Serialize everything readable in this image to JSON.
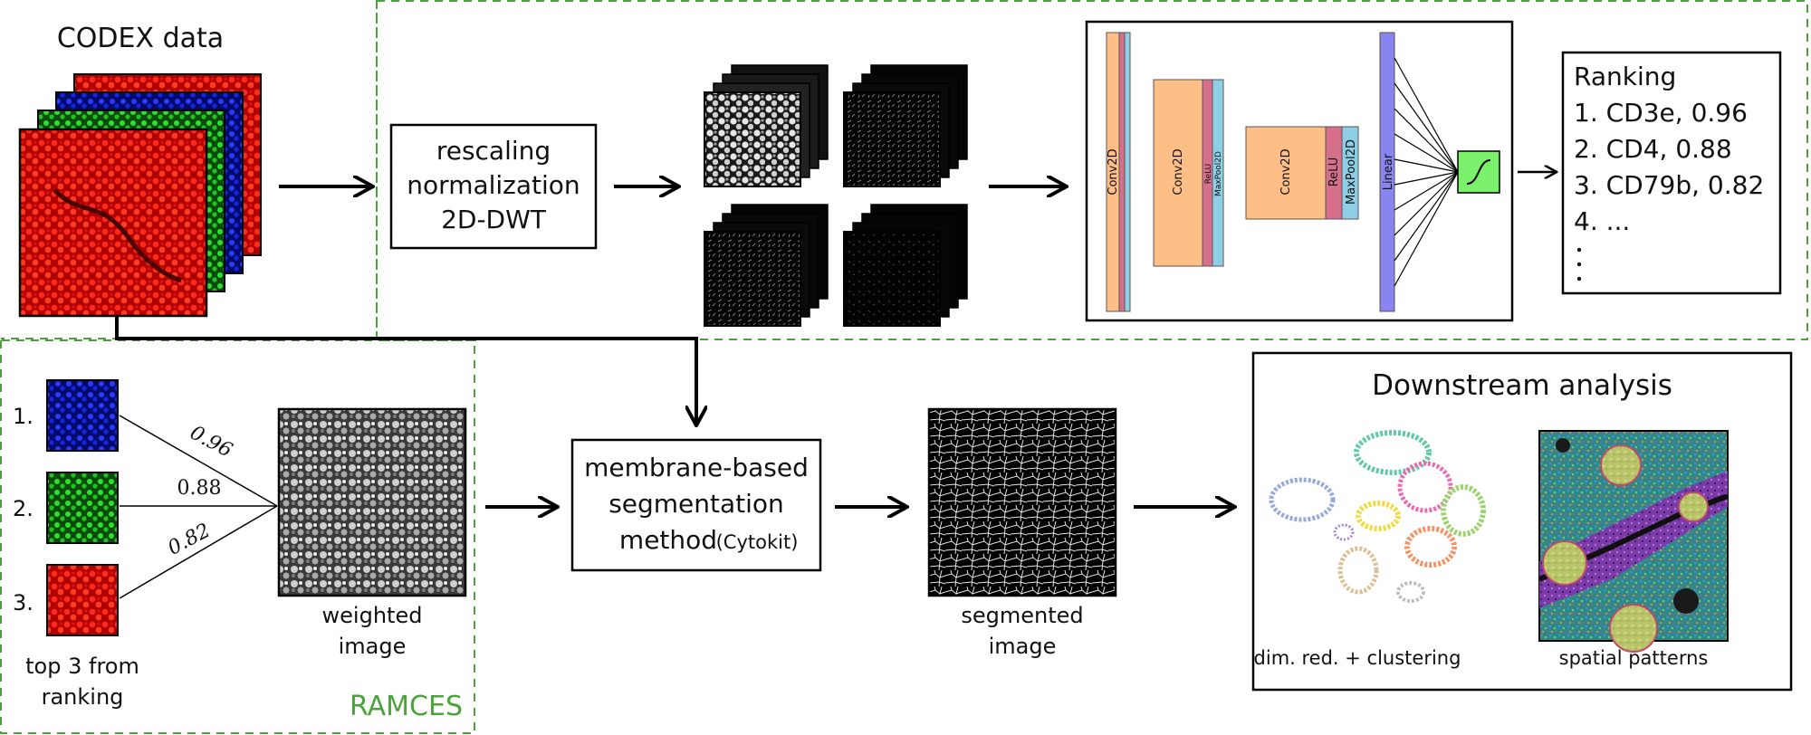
{
  "codex": {
    "title": "CODEX data"
  },
  "preprocess": {
    "line1": "rescaling",
    "line2": "normalization",
    "line3": "2D-DWT"
  },
  "network": {
    "conv1": "Conv2D",
    "conv2": "Conv2D",
    "relu2": "ReLU",
    "pool2": "MaxPool2D",
    "conv3": "Conv2D",
    "relu3": "ReLU",
    "pool3": "MaxPool2D",
    "linear": "Linear"
  },
  "ranking": {
    "title": "Ranking",
    "items": [
      "1.  CD3e, 0.96",
      "2.  CD4, 0.88",
      "3.  CD79b, 0.82",
      "4.  ..."
    ]
  },
  "top3": {
    "numbers": [
      "1.",
      "2.",
      "3."
    ],
    "weights": [
      "0.96",
      "0.88",
      "0.82"
    ],
    "caption1": "top 3 from",
    "caption2": "ranking"
  },
  "weighted": {
    "line1": "weighted",
    "line2": "image"
  },
  "ramces": {
    "label": "RAMCES"
  },
  "segmentation": {
    "line1": "membrane-based",
    "line2": "segmentation",
    "line3": "method",
    "tool": "(Cytokit)"
  },
  "segmented": {
    "line1": "segmented",
    "line2": "image"
  },
  "downstream": {
    "title": "Downstream analysis",
    "umap_caption": "dim. red. + clustering",
    "spatial_caption": "spatial patterns"
  },
  "colors": {
    "dashed_green": "#4aa33a",
    "conv_orange": "#fdbf86",
    "relu_pink": "#d6708a",
    "pool_blue": "#8ecfe6",
    "linear_purple": "#8a84f0",
    "sigmoid_green": "#7bf06a"
  }
}
